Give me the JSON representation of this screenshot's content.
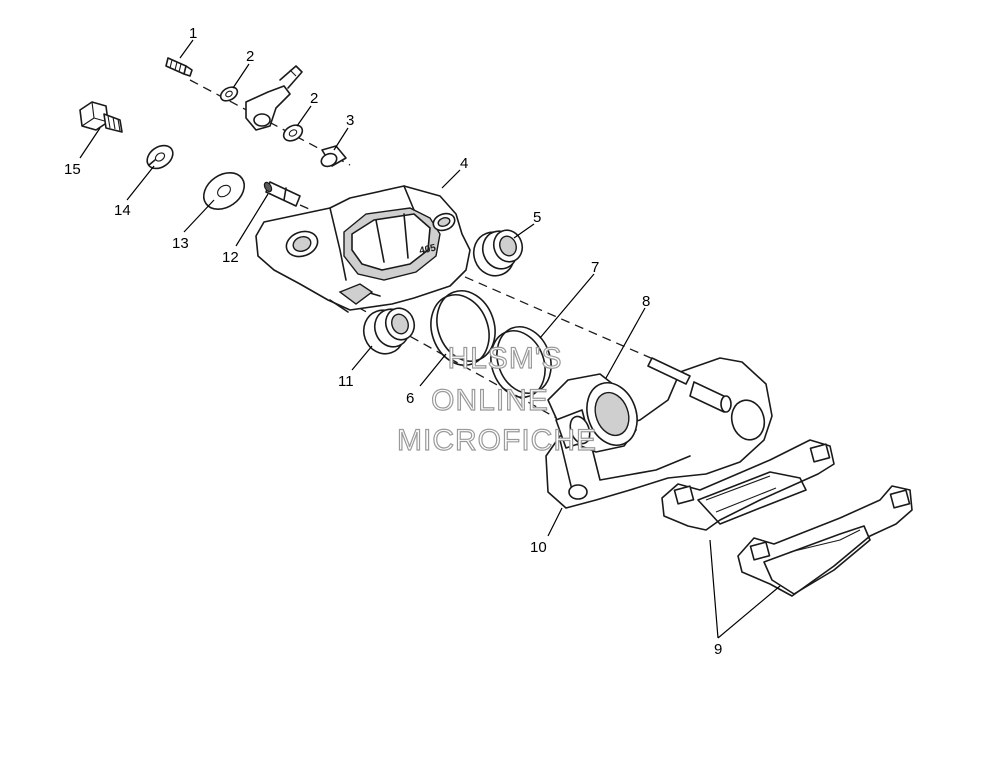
{
  "callouts": [
    {
      "id": "c1",
      "label": "1"
    },
    {
      "id": "c2a",
      "label": "2"
    },
    {
      "id": "c2b",
      "label": "2"
    },
    {
      "id": "c3",
      "label": "3"
    },
    {
      "id": "c4",
      "label": "4"
    },
    {
      "id": "c5",
      "label": "5"
    },
    {
      "id": "c6",
      "label": "6"
    },
    {
      "id": "c7",
      "label": "7"
    },
    {
      "id": "c8",
      "label": "8"
    },
    {
      "id": "c9",
      "label": "9"
    },
    {
      "id": "c10",
      "label": "10"
    },
    {
      "id": "c11",
      "label": "11"
    },
    {
      "id": "c12",
      "label": "12"
    },
    {
      "id": "c13",
      "label": "13"
    },
    {
      "id": "c14",
      "label": "14"
    },
    {
      "id": "c15",
      "label": "15"
    }
  ],
  "watermark": {
    "line1": "HLSM'S",
    "line2": "ONLINE",
    "line3": "MICROFICHE"
  },
  "caliper_stamp": "405"
}
